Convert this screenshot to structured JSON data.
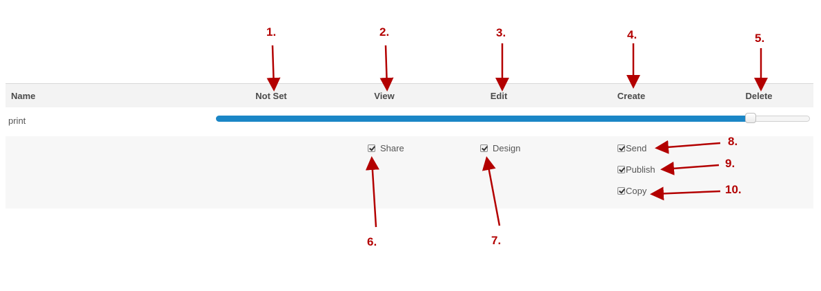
{
  "table": {
    "columns": {
      "name": "Name",
      "not_set": "Not Set",
      "view": "View",
      "edit": "Edit",
      "create": "Create",
      "delete": "Delete"
    },
    "row": {
      "label": "print",
      "slider_level": "Delete",
      "slider_fraction": 0.9
    },
    "options": [
      {
        "label": "Share",
        "checked": true
      },
      {
        "label": "Design",
        "checked": true
      },
      {
        "label": "Send",
        "checked": true
      },
      {
        "label": "Publish",
        "checked": true
      },
      {
        "label": "Copy",
        "checked": true
      }
    ]
  },
  "annotations": {
    "color": "#b30000",
    "numbers": [
      "1.",
      "2.",
      "3.",
      "4.",
      "5.",
      "6.",
      "7.",
      "8.",
      "9.",
      "10."
    ]
  },
  "colors": {
    "slider_fill": "#1a86c6",
    "header_bg": "#f3f3f3",
    "options_bg": "#f7f7f7"
  }
}
